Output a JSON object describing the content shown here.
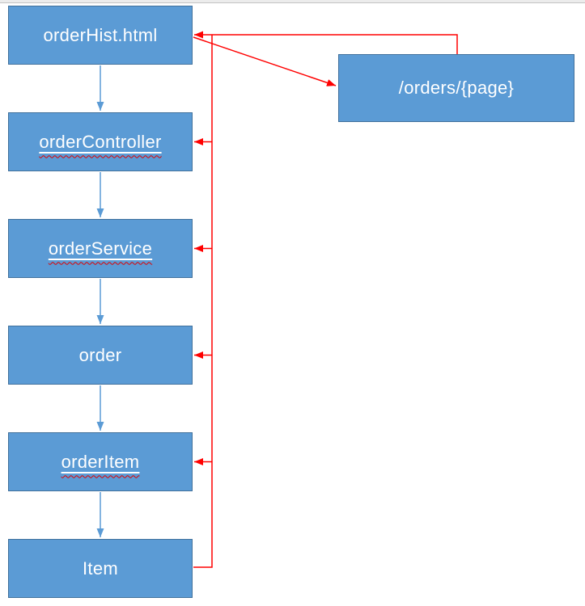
{
  "diagram": {
    "colors": {
      "node_fill": "#5b9bd5",
      "node_border": "#41719c",
      "node_text": "#ffffff",
      "flow_arrow": "#5b9bd5",
      "return_arrow": "#ff0000",
      "spellcheck_squiggle": "#e00000"
    },
    "nodes": [
      {
        "label": "orderHist.html"
      },
      {
        "label": "/orders/{page}"
      },
      {
        "label": "orderController"
      },
      {
        "label": "orderService"
      },
      {
        "label": "order"
      },
      {
        "label": "orderItem"
      },
      {
        "label": "Item"
      }
    ]
  }
}
